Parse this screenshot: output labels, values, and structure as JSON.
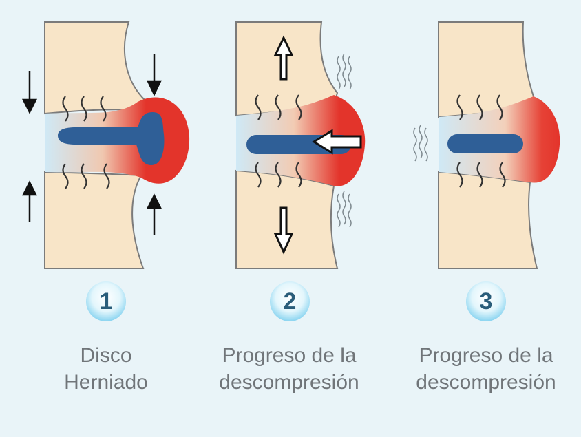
{
  "steps": [
    {
      "number": "1",
      "caption_line1": "Disco",
      "caption_line2": "Herniado"
    },
    {
      "number": "2",
      "caption_line1": "Progreso de la",
      "caption_line2": "descompresión"
    },
    {
      "number": "3",
      "caption_line1": "Progreso de la",
      "caption_line2": "descompresión"
    }
  ],
  "colors": {
    "background": "#e9f4f8",
    "vertebra": "#f8e5c8",
    "vertebra_outline": "#7b7b7b",
    "herniation_red": "#e3342b",
    "nucleus_blue": "#2f5f97",
    "disc_light_blue": "#cfe9f6",
    "badge_blue": "#5ec1e8",
    "caption_gray": "#707579"
  }
}
